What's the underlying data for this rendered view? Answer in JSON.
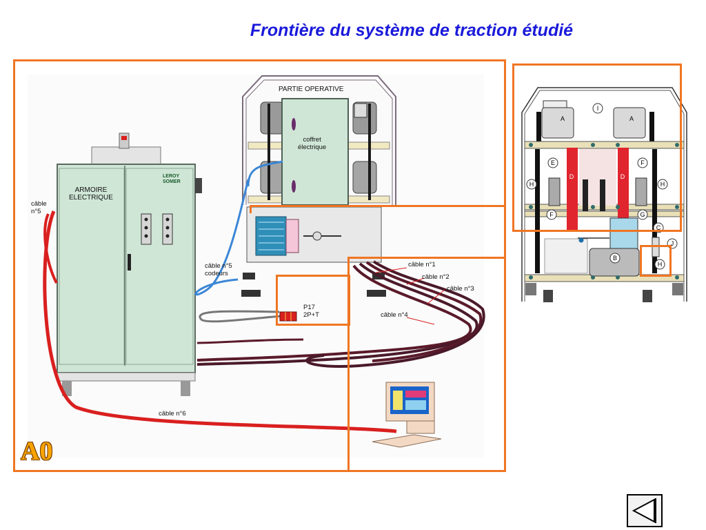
{
  "title": "Frontière du système de traction étudié",
  "slide_tag": "A0",
  "diagram": {
    "partie_operative": "PARTIE OPERATIVE",
    "coffret": "coffret\nélectrique",
    "armoire": "ARMOIRE\nELECTRIQUE",
    "brand": "LEROY\nSOMER",
    "cable5_left": "câble\nn°5",
    "cable5_codeurs": "câble n°5\ncodeurs",
    "cable1": "câble n°1",
    "cable2": "câble n°2",
    "cable3": "câble n°3",
    "cable4": "câble n°4",
    "plug": "P17\n2P+T",
    "cable6": "câble n°6"
  },
  "schematic_letters": {
    "I": "I",
    "A1": "A",
    "A2": "A",
    "E": "E",
    "F1": "F",
    "D1": "D",
    "D2": "D",
    "H1": "H",
    "H2": "H",
    "F2": "F",
    "G": "G",
    "C": "C",
    "J": "J",
    "B": "B",
    "H3": "H"
  },
  "nav": {
    "back_icon": "back-arrow-icon"
  },
  "colors": {
    "frame": "#f07522",
    "title": "#1a1adb",
    "cabinet": "#cfe6d6",
    "cable_red": "#d9201f",
    "cable_dark": "#5a1a2a"
  }
}
